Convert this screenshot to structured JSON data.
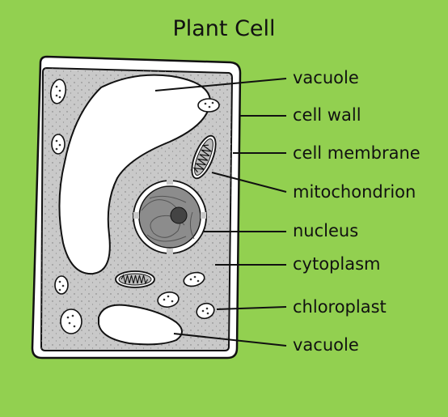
{
  "diagram": {
    "title": "Plant Cell",
    "labels": {
      "vacuole_top": "vacuole",
      "cell_wall": "cell wall",
      "cell_membrane": "cell membrane",
      "mitochondrion": "mitochondrion",
      "nucleus": "nucleus",
      "cytoplasm": "cytoplasm",
      "chloroplast": "chloroplast",
      "vacuole_bottom": "vacuole"
    },
    "colors": {
      "background": "#92d050",
      "cytoplasm": "#c9c9c9",
      "cell_wall": "#ffffff",
      "nucleus": "#8c8c8c",
      "nucleolus": "#444444",
      "outline": "#111111"
    }
  }
}
